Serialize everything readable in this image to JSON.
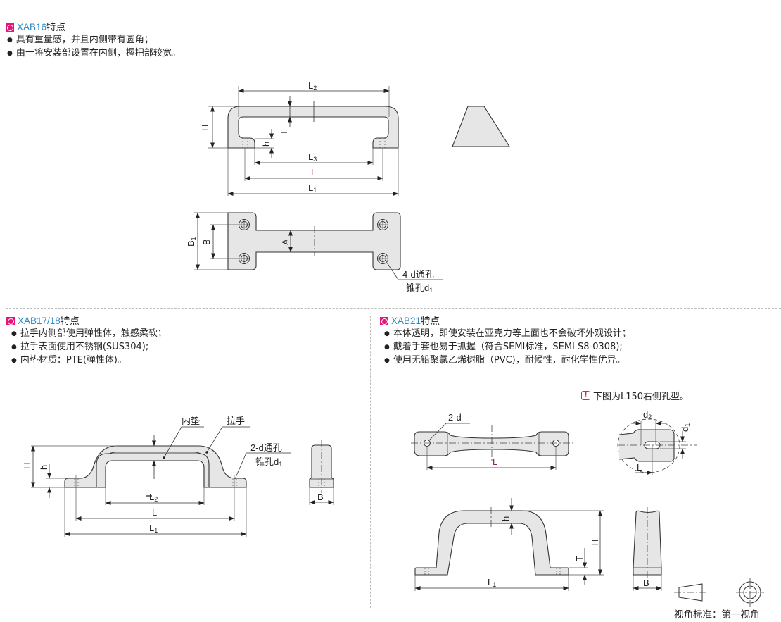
{
  "sections": {
    "xab16": {
      "model": "XAB16",
      "suffix": "特点",
      "bullets": [
        "具有重量感，并且内侧带有圆角；",
        "由于将安装部设置在内侧，握把部较宽。"
      ],
      "front_view": {
        "labels": {
          "L2": "L",
          "L2sub": "2",
          "H": "H",
          "T": "T",
          "h": "h",
          "L3": "L",
          "L3sub": "3",
          "L": "L",
          "L1": "L",
          "L1sub": "1"
        }
      },
      "top_view": {
        "labels": {
          "B1": "B",
          "B1sub": "1",
          "B": "B",
          "A": "A",
          "hole_line1": "4-d通孔",
          "hole_line2": "锥孔d",
          "hole_line2sub": "1"
        }
      }
    },
    "xab1718": {
      "model": "XAB17/18",
      "suffix": "特点",
      "bullets": [
        "拉手内侧部使用弹性体，触感柔软；",
        "拉手表面使用不锈钢(SUS304);",
        "内垫材质：PTE(弹性体)。"
      ],
      "front_view": {
        "labels": {
          "pad": "内垫",
          "handle": "拉手",
          "hole_line1": "2-d通孔",
          "hole_line2": "锥孔d",
          "hole_line2sub": "1",
          "H": "H",
          "h": "h",
          "T": "T",
          "L2": "L",
          "L2sub": "2",
          "L": "L",
          "L1": "L",
          "L1sub": "1"
        }
      },
      "side_view": {
        "labels": {
          "B": "B"
        }
      }
    },
    "xab21": {
      "model": "XAB21",
      "suffix": "特点",
      "bullets": [
        "本体透明，即使安装在亚克力等上面也不会破坏外观设计；",
        "戴着手套也易于抓握（符合SEMI标准，SEMI S8-0308);",
        "使用无铅聚氯乙烯树脂（PVC)，耐候性，耐化学性优异。"
      ],
      "note": "下图为L150右侧孔型。",
      "top_view": {
        "labels": {
          "hole": "2-d",
          "L": "L"
        }
      },
      "detail_view": {
        "labels": {
          "d2": "d",
          "d2sub": "2",
          "d1": "d",
          "d1sub": "1",
          "L": "L"
        }
      },
      "front_view": {
        "labels": {
          "h": "h",
          "H": "H",
          "T": "T",
          "L1": "L",
          "L1sub": "1"
        }
      },
      "side_view": {
        "labels": {
          "B": "B"
        }
      }
    }
  },
  "view_standard": "视角标准：第一视角",
  "colors": {
    "accent": "#e3187a",
    "model_text": "#2a8ac6",
    "dim_L": "#8b1f6e",
    "part_fill": "#e6e6e6"
  }
}
